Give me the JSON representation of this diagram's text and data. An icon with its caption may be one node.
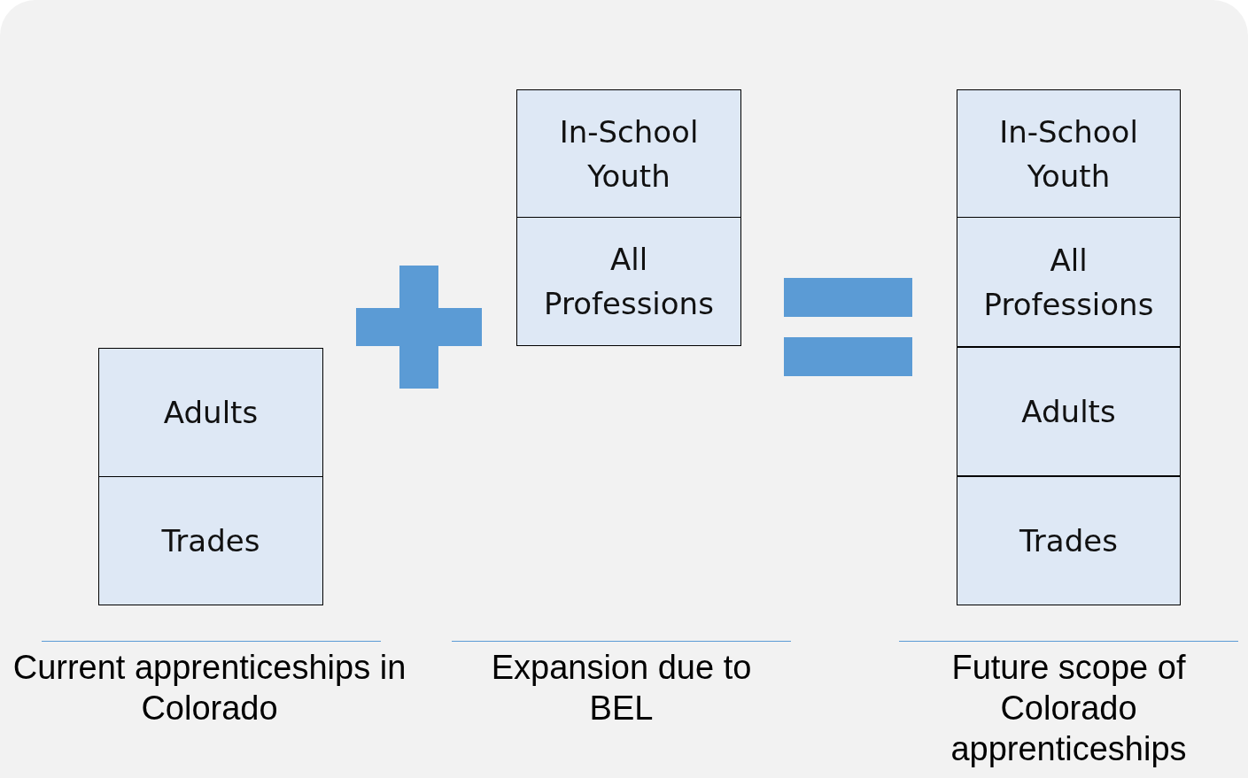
{
  "diagram": {
    "nodes": [
      {
        "text": [
          "Adults"
        ]
      },
      {
        "text": [
          "Trades"
        ]
      },
      {
        "text": [
          "In-School Youth"
        ]
      },
      {
        "text": [
          "All Professions"
        ]
      },
      {
        "text": [
          "In-School Youth"
        ]
      },
      {
        "text": [
          "All Professions"
        ]
      },
      {
        "text": [
          "Adults"
        ]
      },
      {
        "text": [
          "Trades"
        ]
      }
    ],
    "labels": [
      "Current apprenticeships in Colorado",
      "Expansion due to BEL",
      "Future scope of Colorado apprenticeships"
    ]
  }
}
